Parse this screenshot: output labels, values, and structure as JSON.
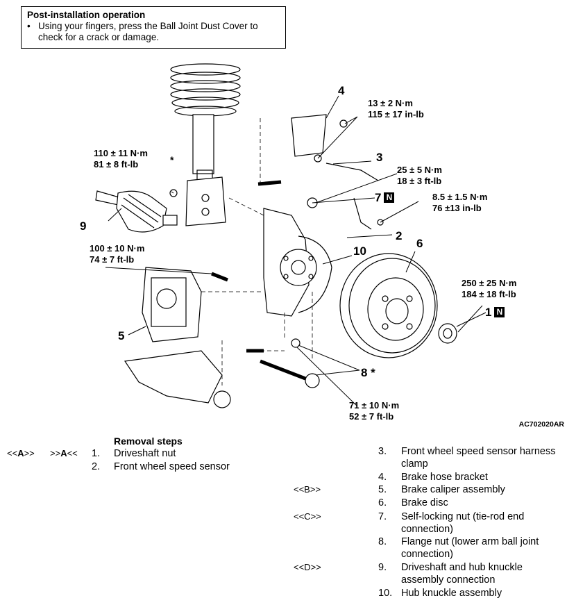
{
  "note": {
    "title": "Post-installation operation",
    "bullet": "•",
    "text_line1": "Using your fingers, press the Ball Joint Dust Cover to",
    "text_line2": "check for a crack or damage."
  },
  "callouts": {
    "c4": "4",
    "c3": "3",
    "c7": "7",
    "c2": "2",
    "c6": "6",
    "c10": "10",
    "c9": "9",
    "c5": "5",
    "c1": "1",
    "c8": "8 *",
    "n_mark": "N",
    "asterisk": "*"
  },
  "torques": {
    "t1a": "13 ± 2 N·m",
    "t1b": "115 ± 17 in-lb",
    "t2a": "110 ± 11 N·m",
    "t2b": "81 ± 8 ft-lb",
    "t3a": "25 ± 5 N·m",
    "t3b": "18 ± 3 ft-lb",
    "t4a": "8.5 ± 1.5 N·m",
    "t4b": "76 ±13 in-lb",
    "t5a": "100 ± 10 N·m",
    "t5b": "74 ± 7 ft-lb",
    "t6a": "250 ± 25 N·m",
    "t6b": "184 ± 18 ft-lb",
    "t7a": "71 ± 10 N·m",
    "t7b": "52 ± 7 ft-lb"
  },
  "figure_code": "AC702020AR",
  "removal": {
    "title": "Removal steps",
    "steps": [
      {
        "tag_pre": "<<",
        "tag_letter_a": "A",
        "tag_post": ">>",
        "tag2_pre": ">>",
        "tag2_letter": "A",
        "tag2_post": "<<",
        "num": "1.",
        "text": "Driveshaft nut"
      },
      {
        "num": "2.",
        "text": "Front wheel speed sensor"
      },
      {
        "num": "3.",
        "text1": "Front wheel speed sensor harness",
        "text2": "clamp"
      },
      {
        "num": "4.",
        "text": "Brake hose bracket"
      },
      {
        "tag": "<<B>>",
        "num": "5.",
        "text": "Brake caliper assembly"
      },
      {
        "num": "6.",
        "text": "Brake disc"
      },
      {
        "tag": "<<C>>",
        "num": "7.",
        "text1": "Self-locking nut (tie-rod end",
        "text2": "connection)"
      },
      {
        "num": "8.",
        "text1": "Flange nut (lower arm ball joint",
        "text2": "connection)"
      },
      {
        "tag": "<<D>>",
        "num": "9.",
        "text1": "Driveshaft and hub knuckle",
        "text2": "assembly connection"
      },
      {
        "num": "10.",
        "text": "Hub knuckle assembly"
      }
    ]
  }
}
